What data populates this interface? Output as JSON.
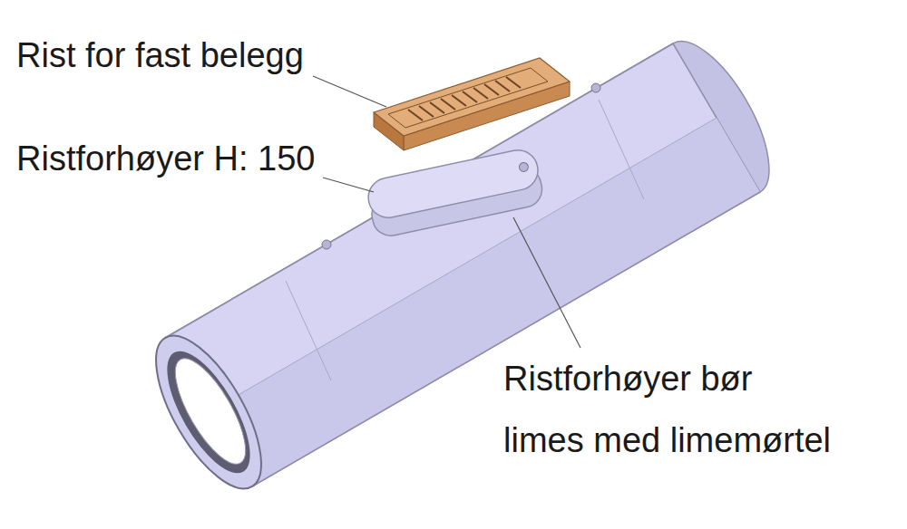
{
  "diagram": {
    "labels": [
      "Rist for fast belegg",
      "Ristforhøyer H: 150",
      "Ristforhøyer bør limes med limemørtel"
    ]
  }
}
